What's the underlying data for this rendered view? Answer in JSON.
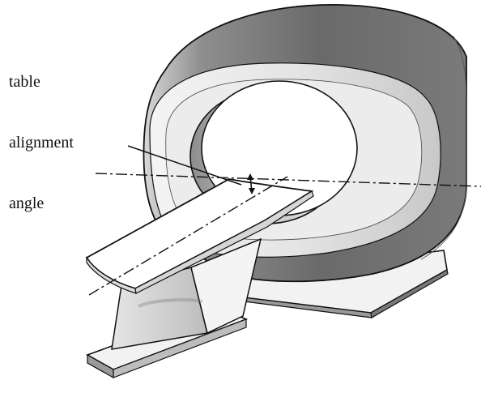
{
  "annotation": {
    "line1": "table",
    "line2": "alignment",
    "line3": "angle"
  },
  "colors": {
    "gantry_dark": "#6f6f6f",
    "gantry_mid": "#9a9a9a",
    "gantry_light": "#e2e2e2",
    "bore_inner": "#ffffff",
    "table_surface": "#ffffff",
    "stand_side": "#cfcfcf",
    "outline": "#111111"
  },
  "icons": {
    "diagram": "ct-scanner-illustration"
  }
}
